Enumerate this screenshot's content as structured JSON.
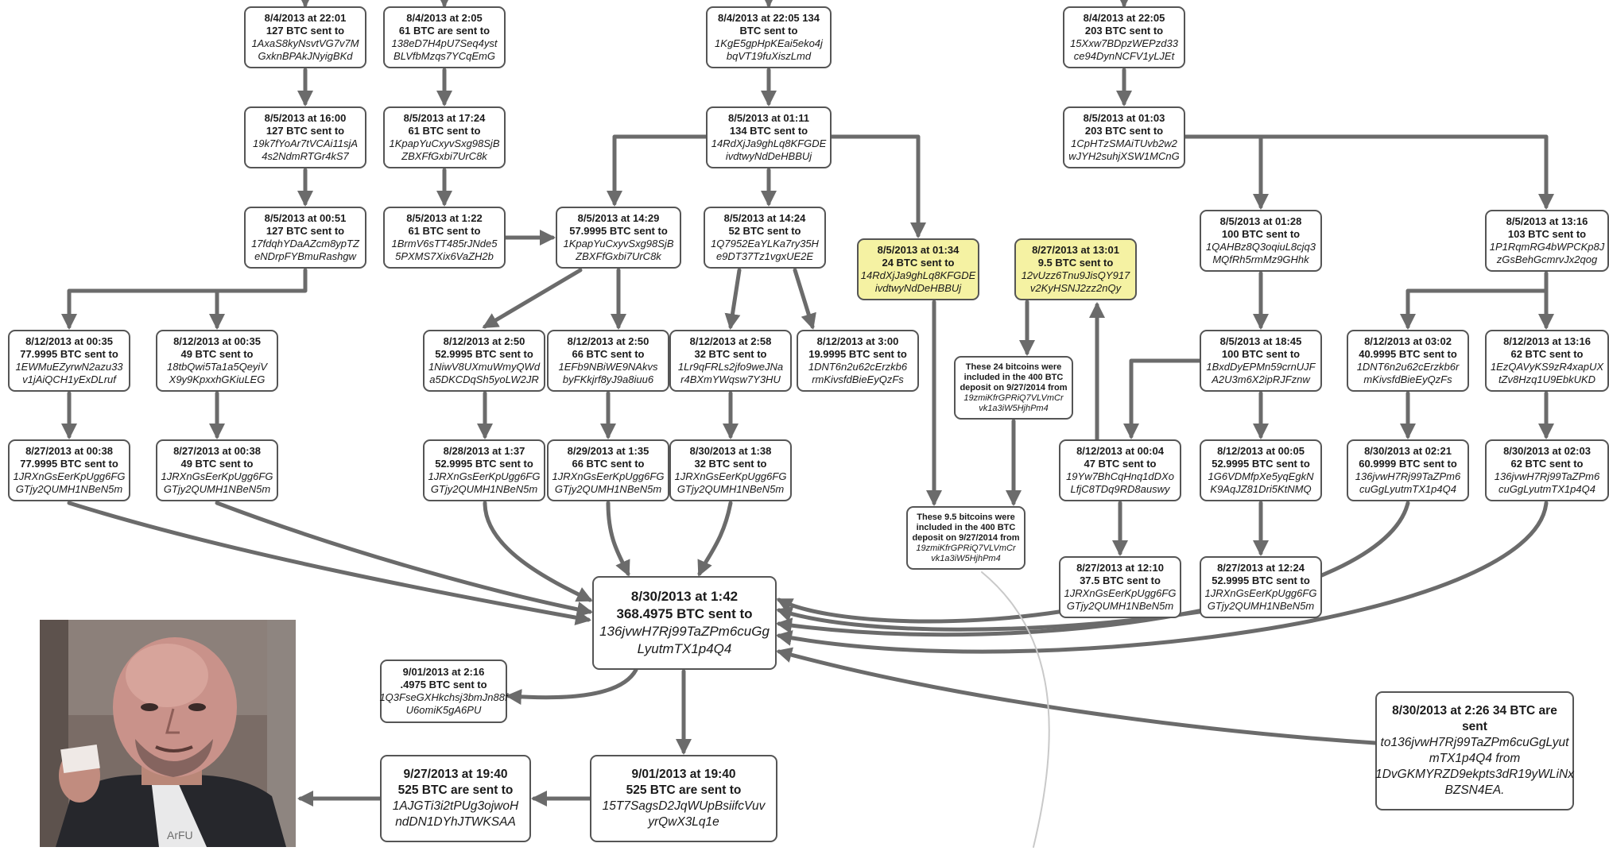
{
  "colors": {
    "box_border": "#555555",
    "arrow": "#6b6b6b",
    "highlight": "#f5f2a3",
    "background": "#ffffff"
  },
  "nodes": [
    {
      "id": "n1",
      "date": "8/4/2013 at 22:01",
      "amount": "127 BTC sent to",
      "address": "1AxaS8kyNsvtVG7v7M GxknBPAkJNyigBKd"
    },
    {
      "id": "n2",
      "date": "8/4/2013 at 2:05",
      "amount": "61 BTC are sent to",
      "address": "138eD7H4pU7Seq4yst BLVfbMzqs7YCqEmG"
    },
    {
      "id": "n3",
      "date": "8/4/2013 at 22:05 134",
      "amount": "BTC sent to",
      "address": "1KgE5gpHpKEai5eko4j bqVT19fuXiszLmd"
    },
    {
      "id": "n4",
      "date": "8/4/2013 at 22:05",
      "amount": "203 BTC sent to",
      "address": "15Xxw7BDpzWEPzd33 ce94DynNCFV1yLJEt"
    },
    {
      "id": "n5",
      "date": "8/5/2013 at 16:00",
      "amount": "127 BTC sent to",
      "address": "19k7fYoAr7tVCAi11sjA 4s2NdmRTGr4kS7"
    },
    {
      "id": "n6",
      "date": "8/5/2013 at 17:24",
      "amount": "61 BTC sent to",
      "address": "1KpapYuCxyvSxg98SjB ZBXFfGxbi7UrC8k"
    },
    {
      "id": "n7",
      "date": "8/5/2013 at 01:11",
      "amount": "134 BTC sent to",
      "address": "14RdXjJa9ghLq8KFGDE ivdtwyNdDeHBBUj"
    },
    {
      "id": "n8",
      "date": "8/5/2013 at 01:03",
      "amount": "203 BTC sent to",
      "address": "1CpHTzSMAiTUvb2w2 wJYH2suhjXSW1MCnG"
    },
    {
      "id": "n9",
      "date": "8/5/2013 at 00:51",
      "amount": "127 BTC sent to",
      "address": "17fdqhYDaAZcm8ypTZ eNDrpFYBmuRashgw"
    },
    {
      "id": "n10",
      "date": "8/5/2013 at 1:22",
      "amount": "61 BTC sent to",
      "address": "1BrmV6sTT485rJNde5 5PXMS7Xix6VaZH2b"
    },
    {
      "id": "n11",
      "date": "8/5/2013 at 14:29",
      "amount": "57.9995 BTC sent to",
      "address": "1KpapYuCxyvSxg98SjB ZBXFfGxbi7UrC8k"
    },
    {
      "id": "n12",
      "date": "8/5/2013 at 14:24",
      "amount": "52 BTC sent to",
      "address": "1Q7952EaYLKa7ry35H e9DT37Tz1vgxUE2E"
    },
    {
      "id": "n13",
      "date": "8/5/2013 at 01:34",
      "amount": "24 BTC sent to",
      "address": "14RdXjJa9ghLq8KFGDE ivdtwyNdDeHBBUj"
    },
    {
      "id": "n14",
      "date": "8/27/2013 at 13:01",
      "amount": "9.5 BTC sent to",
      "address": "12vUzz6Tnu9JisQY917 v2KyHSNJ2zz2nQy"
    },
    {
      "id": "n15",
      "date": "8/5/2013 at 01:28",
      "amount": "100 BTC sent to",
      "address": "1QAHBz8Q3oqiuL8cjq3 MQfRh5rmMz9GHhk"
    },
    {
      "id": "n16",
      "date": "8/5/2013 at 13:16",
      "amount": "103 BTC sent to",
      "address": "1P1RqmRG4bWPCKp8J zGsBehGcmrvJx2qog"
    },
    {
      "id": "n17",
      "date": "8/12/2013 at 00:35",
      "amount": "77.9995 BTC sent to",
      "address": "1EWMuEZyrwN2azu33 v1jAiQCH1yExDLruf"
    },
    {
      "id": "n18",
      "date": "8/12/2013 at 00:35",
      "amount": "49 BTC sent to",
      "address": "18tbQwi5Ta1a5QeyiV X9y9KpxxhGKiuLEG"
    },
    {
      "id": "n19",
      "date": "8/12/2013 at 2:50",
      "amount": "52.9995 BTC sent to",
      "address": "1NiwV8UXmuWmyQWd a5DKCDqSh5yoLW2JR"
    },
    {
      "id": "n20",
      "date": "8/12/2013 at 2:50",
      "amount": "66 BTC sent to",
      "address": "1EFb9NBiWE9NAkvs byFKkjrf8yJ9a8iuu6"
    },
    {
      "id": "n21",
      "date": "8/12/2013 at 2:58",
      "amount": "32 BTC sent to",
      "address": "1Lr9qFRLs2jfo9weJNa r4BXmYWqsw7Y3HU"
    },
    {
      "id": "n22",
      "date": "8/12/2013 at 3:00",
      "amount": "19.9995 BTC sent to",
      "address": "1DNT6n2u62cErzkb6 rmKivsfdBieEyQzFs"
    },
    {
      "id": "n23",
      "date": "8/5/2013 at 18:45",
      "amount": "100 BTC sent to",
      "address": "1BxdDyEPMn59crnUJF A2U3m6X2ipRJFznw"
    },
    {
      "id": "n24",
      "date": "8/12/2013 at 03:02",
      "amount": "40.9995 BTC sent to",
      "address": "1DNT6n2u62cErzkb6r mKivsfdBieEyQzFs"
    },
    {
      "id": "n25",
      "date": "8/12/2013 at 13:16",
      "amount": "62 BTC sent to",
      "address": "1EzQAVyKS9zR4xapUX tZv8Hzq1U9EbkUKD"
    },
    {
      "id": "n26",
      "date": "8/27/2013 at 00:38",
      "amount": "77.9995 BTC sent to",
      "address": "1JRXnGsEerKpUgg6FG GTjy2QUMH1NBeN5m"
    },
    {
      "id": "n27",
      "date": "8/27/2013 at 00:38",
      "amount": "49 BTC sent to",
      "address": "1JRXnGsEerKpUgg6FG GTjy2QUMH1NBeN5m"
    },
    {
      "id": "n28",
      "date": "8/28/2013 at 1:37",
      "amount": "52.9995 BTC sent to",
      "address": "1JRXnGsEerKpUgg6FG GTjy2QUMH1NBeN5m"
    },
    {
      "id": "n29",
      "date": "8/29/2013 at 1:35",
      "amount": "66 BTC sent to",
      "address": "1JRXnGsEerKpUgg6FG GTjy2QUMH1NBeN5m"
    },
    {
      "id": "n30",
      "date": "8/30/2013 at 1:38",
      "amount": "32 BTC sent to",
      "address": "1JRXnGsEerKpUgg6FG GTjy2QUMH1NBeN5m"
    },
    {
      "id": "n31",
      "date": "8/12/2013 at 00:04",
      "amount": "47 BTC sent to",
      "address": "19Yw7BhCqHnq1dDXo LfjC8TDq9RD8auswy"
    },
    {
      "id": "n32",
      "date": "8/12/2013 at 00:05",
      "amount": "52.9995 BTC sent to",
      "address": "1G6VDMfpXe5yqEgkN K9AqJZ81Dri5KtNMQ"
    },
    {
      "id": "n33",
      "date": "8/30/2013 at 02:21",
      "amount": "60.9999 BTC sent to",
      "address": "136jvwH7Rj99TaZPm6 cuGgLyutmTX1p4Q4"
    },
    {
      "id": "n34",
      "date": "8/30/2013 at 02:03",
      "amount": "62 BTC sent to",
      "address": "136jvwH7Rj99TaZPm6 cuGgLyutmTX1p4Q4"
    },
    {
      "id": "n35",
      "date": "8/27/2013 at 12:10",
      "amount": "37.5 BTC sent to",
      "address": "1JRXnGsEerKpUgg6FG GTjy2QUMH1NBeN5m"
    },
    {
      "id": "n36",
      "date": "8/27/2013 at 12:24",
      "amount": "52.9995 BTC sent to",
      "address": "1JRXnGsEerKpUgg6FG GTjy2QUMH1NBeN5m"
    },
    {
      "id": "n37",
      "date": "8/30/2013 at 1:42",
      "amount": "368.4975 BTC sent to",
      "address": "136jvwH7Rj99TaZPm6cuGg LyutmTX1p4Q4"
    },
    {
      "id": "n38",
      "date": "9/01/2013 at 2:16",
      "amount": ".4975 BTC sent to",
      "address": "1Q3FseGXHkchsj3bmJn88f U6omiK5gA6PU"
    },
    {
      "id": "n39",
      "date": "9/27/2013 at 19:40",
      "amount": "525 BTC are sent to",
      "address": "1AJGTi3i2tPUg3ojwoH ndDN1DYhJTWKSAA"
    },
    {
      "id": "n40",
      "date": "9/01/2013 at 19:40",
      "amount": "525 BTC are sent to",
      "address": "15T7SagsD2JqWUpBsiifcVuv yrQwX3Lq1e"
    },
    {
      "id": "n41",
      "date": "8/30/2013 at 2:26 34 BTC are sent",
      "amount": "to136jvwH7Rj99TaZPm6cuGgLyut mTX1p4Q4  from",
      "address": "1DvGKMYRZD9ekpts3dR19yWLiNx BZSN4EA."
    }
  ],
  "notes": [
    {
      "id": "note1",
      "line1": "These 24 bitcoins were",
      "line2": "included in the 400 BTC",
      "line3": "deposit on 9/27/2014 from",
      "address": "19zmiKfrGPRiQ7VLVmCr vk1a3iW5HjhPm4"
    },
    {
      "id": "note2",
      "line1": "These 9.5 bitcoins were",
      "line2": "included in the 400 BTC",
      "line3": "deposit on 9/27/2014 from",
      "address": "19zmiKfrGPRiQ7VLVmCr vk1a3iW5HjhPm4"
    }
  ],
  "photo": {
    "shirt_text": "ArFU"
  }
}
